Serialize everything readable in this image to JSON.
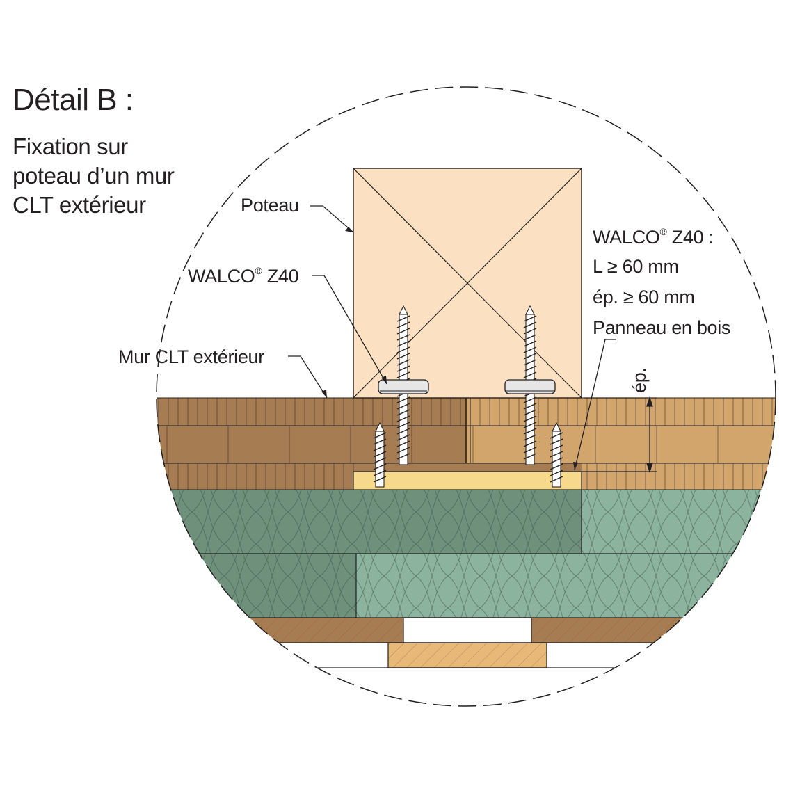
{
  "title": "Détail B :",
  "subtitle_lines": [
    "Fixation sur",
    "poteau d’un mur",
    "CLT extérieur"
  ],
  "labels": {
    "poteau": "Poteau",
    "walco_left_brand": "WALCO",
    "walco_left_model": " Z40",
    "mur_clt": "Mur CLT extérieur",
    "walco_right_brand": "WALCO",
    "walco_right_model": " Z40 :",
    "spec_length": "L ≥ 60 mm",
    "spec_thickness": "ép. ≥ 60 mm",
    "panel": "Panneau en bois",
    "ep_dimension": "ép.",
    "registered_mark": "®"
  },
  "colors": {
    "clt_dark": "#a67c52",
    "clt_light": "#d2a56d",
    "post": "#fbe1c1",
    "panel": "#f6d98a",
    "insulation_dark": "#6f917c",
    "insulation_light": "#8cb39d",
    "batten": "#e7b878",
    "washer": "#e6e6e6",
    "line": "#231f20"
  },
  "icons": [
    "screw-icon",
    "washer-icon",
    "insulation-hatch-icon"
  ]
}
